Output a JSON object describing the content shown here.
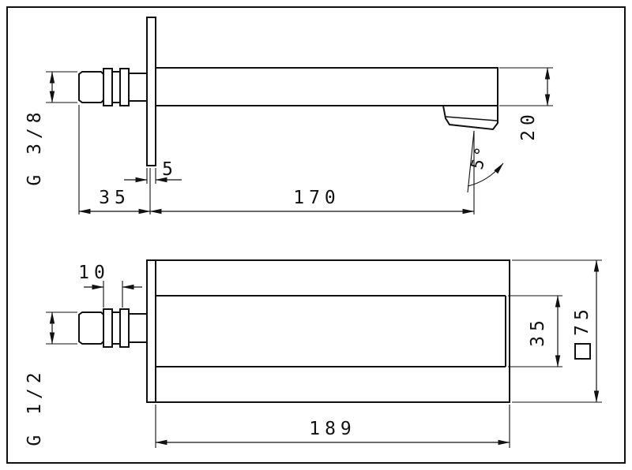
{
  "colors": {
    "line": "#111111",
    "background": "#ffffff"
  },
  "top_view": {
    "thread_label": "G 3/8",
    "plate_thickness": "5",
    "thread_length": "35",
    "spout_length": "170",
    "outlet_angle": "5°",
    "body_height": "20"
  },
  "bottom_view": {
    "nut_width": "10",
    "thread_label": "G 1/2",
    "channel_width": "35",
    "body_width": "75",
    "overall_length": "189"
  }
}
